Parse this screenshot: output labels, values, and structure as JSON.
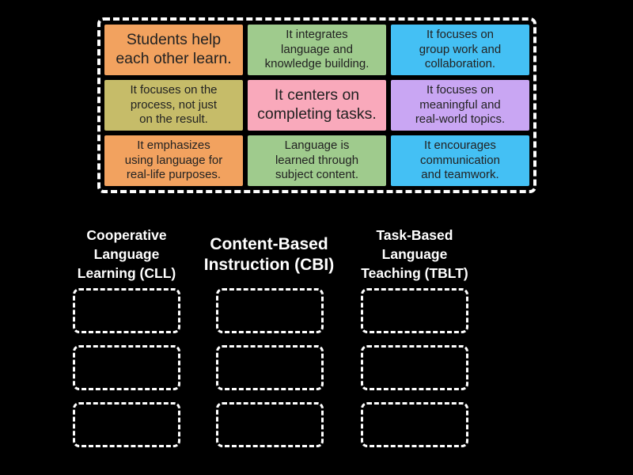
{
  "activity": {
    "background_color": "#000000",
    "pool_border_color": "#ffffff",
    "zone_border_color": "#ffffff",
    "card_text_color": "#222222",
    "title_text_color": "#ffffff"
  },
  "pool": {
    "cards": [
      {
        "text": "Students help\neach other learn.",
        "color": "#F2A25F"
      },
      {
        "text": "It integrates\nlanguage and\nknowledge building.",
        "color": "#9FCB8D"
      },
      {
        "text": "It focuses on\ngroup work and\ncollaboration.",
        "color": "#44C0F4"
      },
      {
        "text": "It focuses on the\nprocess, not just\non the result.",
        "color": "#C6BC69"
      },
      {
        "text": "It centers on\ncompleting tasks.",
        "color": "#F9A9BB"
      },
      {
        "text": "It focuses on\nmeaningful and\nreal-world topics.",
        "color": "#C9A6F3"
      },
      {
        "text": "It emphasizes\nusing language for\nreal-life purposes.",
        "color": "#F2A25F"
      },
      {
        "text": "Language is\nlearned through\nsubject content.",
        "color": "#9FCB8D"
      },
      {
        "text": "It encourages\ncommunication\nand teamwork.",
        "color": "#44C0F4"
      }
    ]
  },
  "groups": [
    {
      "label": "Cooperative\nLanguage\nLearning (CLL)"
    },
    {
      "label": "Content-Based\nInstruction (CBI)"
    },
    {
      "label": "Task-Based\nLanguage\nTeaching (TBLT)"
    }
  ]
}
